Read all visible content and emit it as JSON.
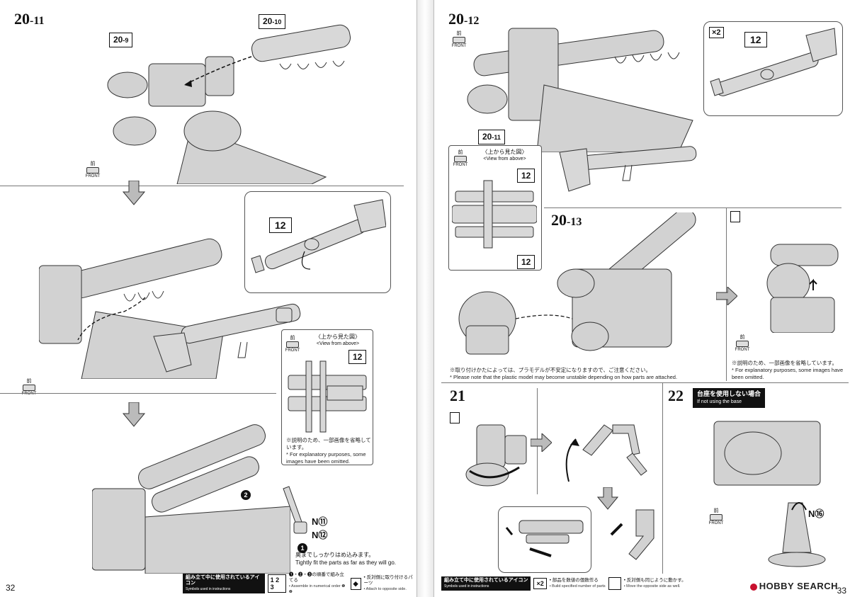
{
  "left_page": {
    "step": {
      "main": "20",
      "sub": "-11"
    },
    "parts": {
      "a": {
        "main": "20",
        "sub": "-9"
      },
      "b": {
        "main": "20",
        "sub": "-10"
      },
      "c": "12",
      "d": "12"
    },
    "front_label": {
      "kanji": "前",
      "en": "FRONT"
    },
    "view_from_above": {
      "jp": "〈上から見た図〉",
      "en": "<View from above>"
    },
    "explanatory_note": {
      "jp": "※説明のため、一部画像を省略しています。",
      "en": "* For explanatory purposes, some images have been omitted."
    },
    "callout_numbers": {
      "one": "1",
      "two": "2"
    },
    "n_labels": {
      "n11": "N⑪",
      "n12": "N⑫"
    },
    "fit_note": {
      "jp": "奥までしっかりはめ込みます。",
      "en": "Tightly fit the parts as far as they will go."
    },
    "page_number": "32",
    "legend": {
      "heading_jp": "組み立て中に使用されているアイコン",
      "heading_en": "Symbols used in instructions",
      "item1_icon": "1 2 3",
      "item1_jp": "❶・❷・❸の順番で組み立てる",
      "item1_en": "• Assemble in numerical order ❶ ❷",
      "item2_icon": "◆",
      "item2_jp": "• 反対側に取り付けるパーツ",
      "item2_en": "• Attach to opposite side."
    }
  },
  "right_page": {
    "step_a": {
      "main": "20",
      "sub": "-12"
    },
    "step_b": {
      "main": "20",
      "sub": "-13"
    },
    "step_c": "21",
    "step_d": "22",
    "parts": {
      "a": "12",
      "b": {
        "main": "20",
        "sub": "-11"
      },
      "c": "12",
      "d": "12"
    },
    "multiplier": "×2",
    "front_label": {
      "kanji": "前",
      "en": "FRONT"
    },
    "view_from_above": {
      "jp": "〈上から見た図〉",
      "en": "<View from above>"
    },
    "warning_note": {
      "jp": "※取り付けかたによっては、プラモデルが不安定になりますので、ご注意ください。",
      "en": "* Please note that the plastic model may become unstable depending on how parts are attached."
    },
    "explanatory_note": {
      "jp": "※説明のため、一部画像を省略しています。",
      "en": "* For explanatory purposes, some images have been omitted."
    },
    "no_base": {
      "jp": "台座を使用しない場合",
      "en": "If not using the base"
    },
    "n16": "N⑯",
    "page_number": "33",
    "legend": {
      "heading_jp": "組み立て中に使用されているアイコン",
      "heading_en": "Symbols used in instructions",
      "item1_icon": "×2",
      "item1_jp": "• 部品を数値の個数作る",
      "item1_en": "• Build specified number of parts",
      "item2_jp": "• 反対側も同じように動かす。",
      "item2_en": "• Move the opposite side as well."
    },
    "watermark": "HOBBY SEARCH"
  },
  "colors": {
    "art_gray": "#cfcfcf",
    "line": "#333333",
    "accent_red": "#c8102e"
  }
}
